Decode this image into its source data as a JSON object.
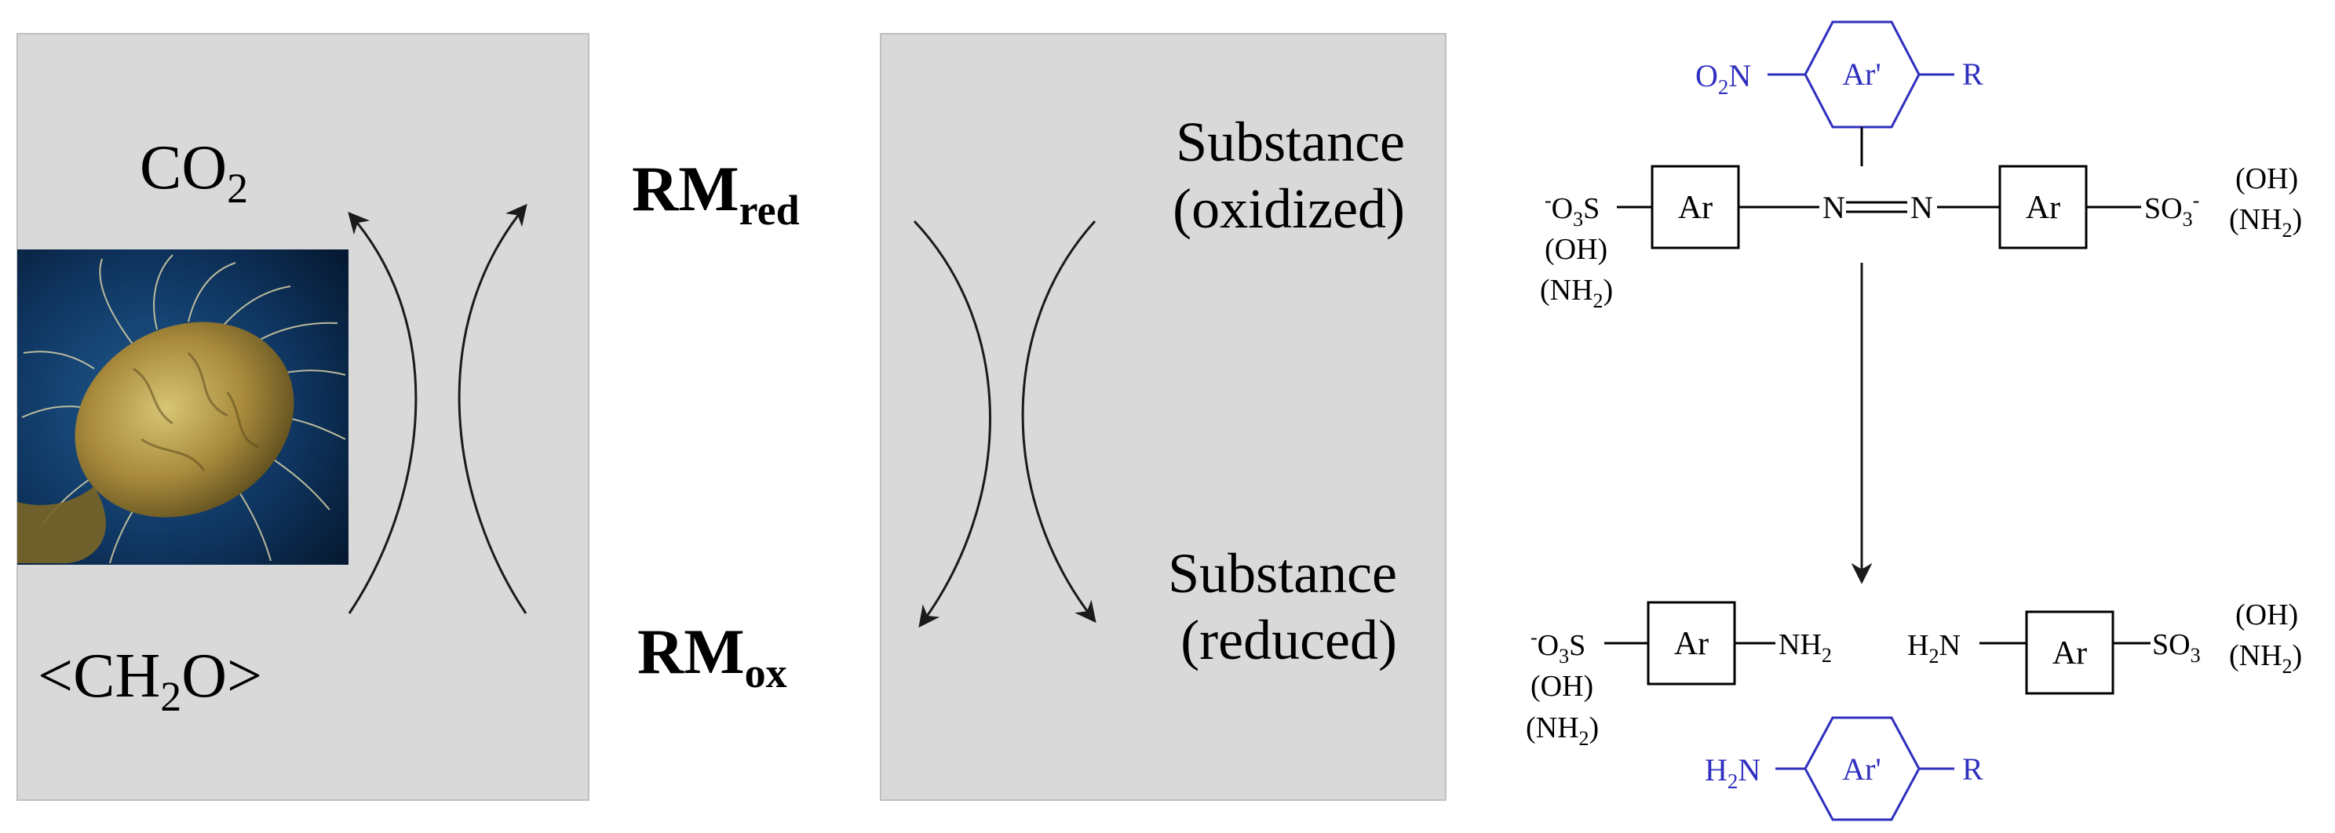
{
  "colors": {
    "panel_fill": "#d9d9d9",
    "panel_stroke": "#bfbfbf",
    "arrow": "#1a1a1a",
    "text": "#000000",
    "accent_blue": "#2f2fbf",
    "bacterium_bg": "#0d2a4d",
    "bacterium_body": "#a88a3c"
  },
  "left_panel": {
    "top_label": "CO",
    "top_label_sub": "2",
    "bottom_label_pre": "<CH",
    "bottom_label_sub": "2",
    "bottom_label_post": "O>",
    "image_icon": "bacterium-illustration"
  },
  "mediator": {
    "red_main": "RM",
    "red_sub": "red",
    "ox_main": "RM",
    "ox_sub": "ox"
  },
  "right_panel": {
    "oxidized_line1": "Substance",
    "oxidized_line2": "(oxidized)",
    "reduced_line1": "Substance",
    "reduced_line2": "(reduced)"
  },
  "azo": {
    "ring_label": "Ar",
    "aryl_label": "Ar'",
    "nitro": "O",
    "nitro_sub": "2",
    "nitro_n": "N",
    "r_group": "R",
    "azo_n1": "N",
    "azo_n2": "N",
    "sulfonate_left_sup": "-",
    "sulfonate_left": "O",
    "sulfonate_left_sub": "3",
    "sulfonate_left_s": "S",
    "oh": "(OH)",
    "nh2_open": "(NH",
    "nh2_sub": "2",
    "nh2_close": ")",
    "sulfonate_right": "SO",
    "sulfonate_right_sub": "3",
    "sulfonate_right_sup": "-",
    "amine": "NH",
    "amine_sub": "2",
    "h2n_h": "H",
    "h2n_sub": "2",
    "h2n_n": "N"
  }
}
